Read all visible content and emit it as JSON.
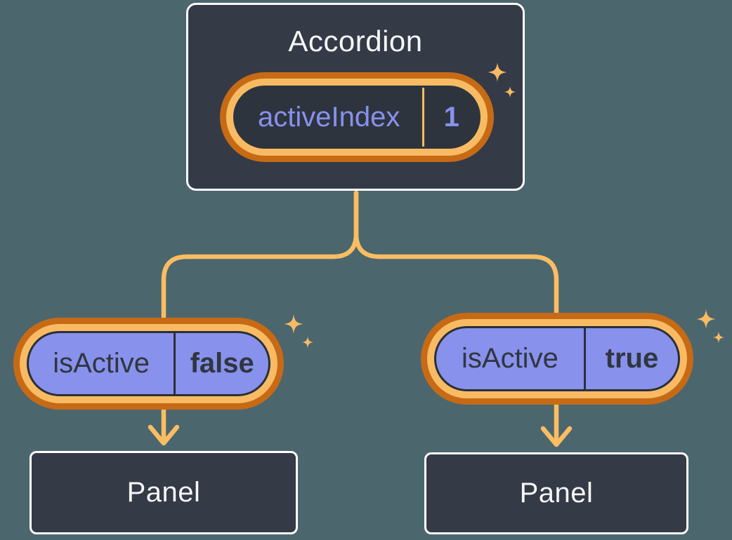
{
  "diagram": {
    "root": {
      "title": "Accordion",
      "state_name": "activeIndex",
      "state_value": "1"
    },
    "left_child": {
      "state_name": "isActive",
      "state_value": "false",
      "panel_label": "Panel"
    },
    "right_child": {
      "state_name": "isActive",
      "state_value": "true",
      "panel_label": "Panel"
    }
  },
  "icons": {
    "sparkle": "sparkle-icon"
  },
  "colors": {
    "background": "#4C666E",
    "card_fill": "#343A46",
    "card_border": "#FFFFFF",
    "pill_ring_outer": "#C76A15",
    "pill_ring_inner": "#F8BB63",
    "connector": "#FABD62",
    "purple": "#8891EC",
    "text_light": "#F6F7F9",
    "text_dark": "#30363F"
  }
}
